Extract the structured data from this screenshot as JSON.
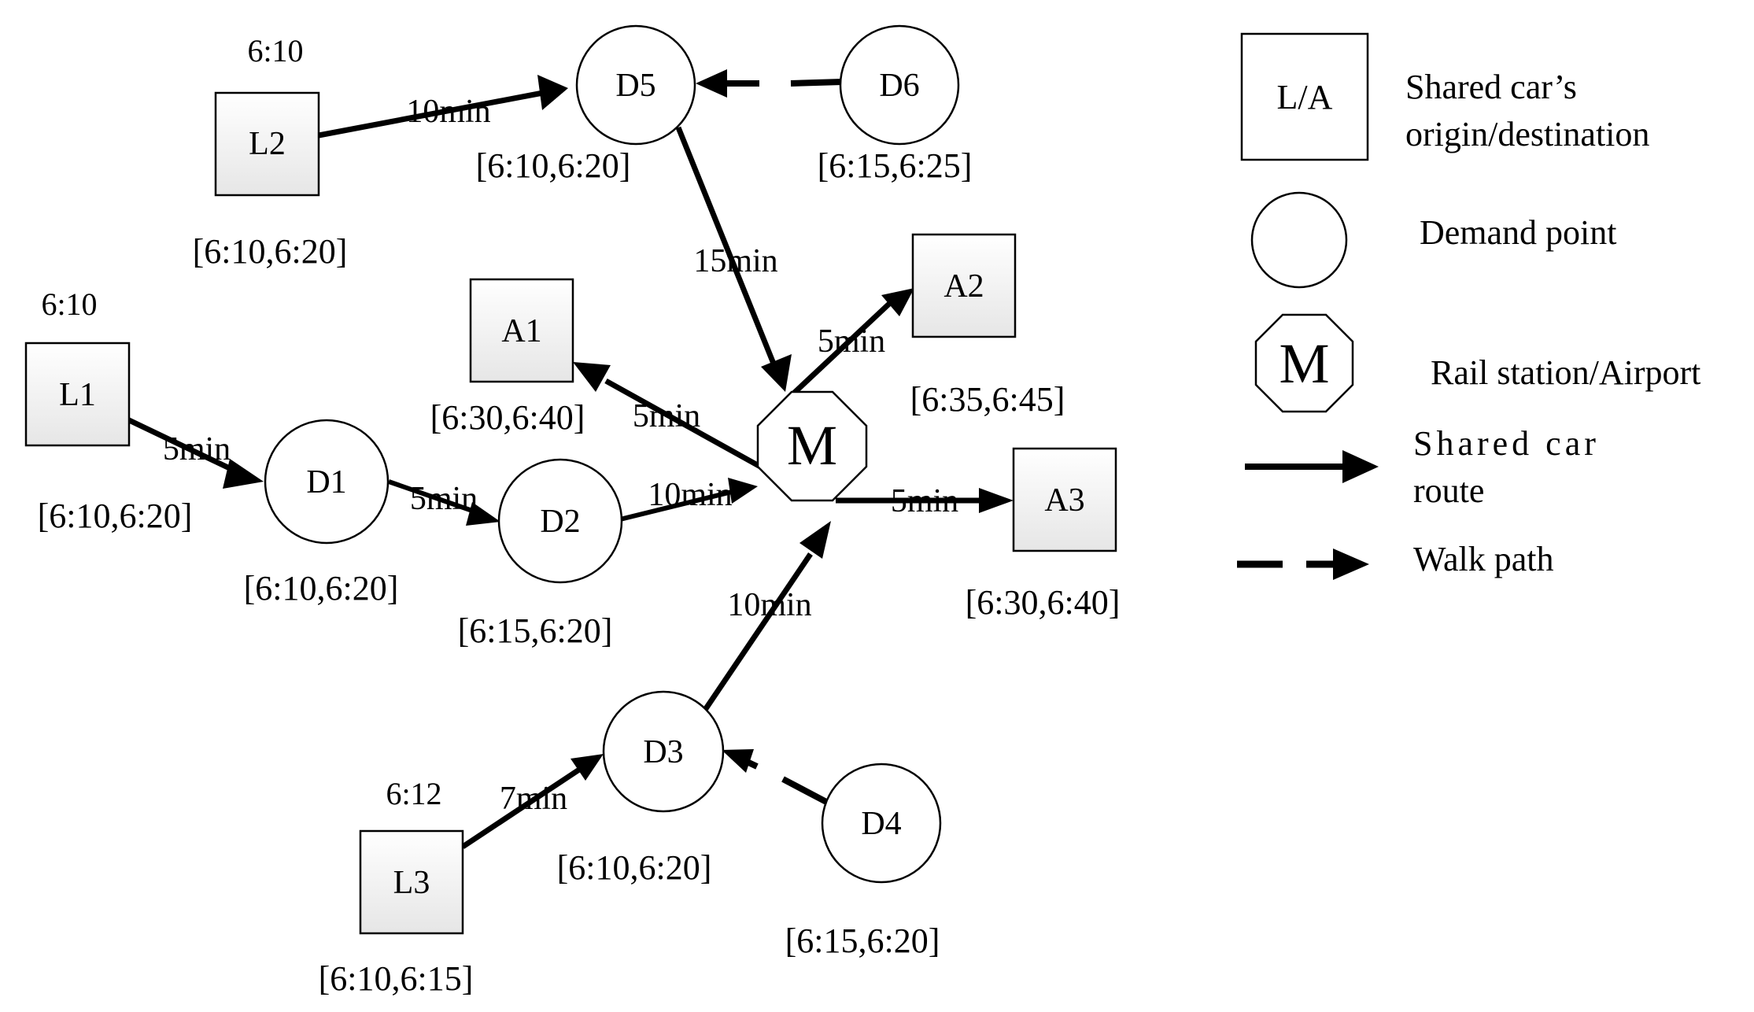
{
  "nodes": {
    "L1": {
      "label": "L1",
      "time": "6:10",
      "window": "[6:10,6:20]"
    },
    "L2": {
      "label": "L2",
      "time": "6:10",
      "window": "[6:10,6:20]"
    },
    "L3": {
      "label": "L3",
      "time": "6:12",
      "window": "[6:10,6:15]"
    },
    "D1": {
      "label": "D1",
      "window": "[6:10,6:20]"
    },
    "D2": {
      "label": "D2",
      "window": "[6:15,6:20]"
    },
    "D3": {
      "label": "D3",
      "window": "[6:10,6:20]"
    },
    "D4": {
      "label": "D4",
      "window": "[6:15,6:20]"
    },
    "D5": {
      "label": "D5",
      "window": "[6:10,6:20]"
    },
    "D6": {
      "label": "D6",
      "window": "[6:15,6:25]"
    },
    "A1": {
      "label": "A1",
      "window": "[6:30,6:40]"
    },
    "A2": {
      "label": "A2",
      "window": "[6:35,6:45]"
    },
    "A3": {
      "label": "A3",
      "window": "[6:30,6:40]"
    },
    "M": {
      "label": "M"
    }
  },
  "edges": {
    "l2_d5": "10min",
    "d5_m": "15min",
    "l1_d1": "5min",
    "d1_d2": "5min",
    "d2_m": "10min",
    "m_a1": "5min",
    "m_a2": "5min",
    "m_a3": "5min",
    "d3_m": "10min",
    "l3_d3": "7min"
  },
  "legend": {
    "square_symbol": "L/A",
    "square_line1": "Shared car’s",
    "square_line2": "origin/destination",
    "circle": "Demand point",
    "octagon_symbol": "M",
    "octagon": "Rail station/Airport",
    "car_route_line1": "Shared car",
    "car_route_line2": "route",
    "walk": "Walk path"
  }
}
